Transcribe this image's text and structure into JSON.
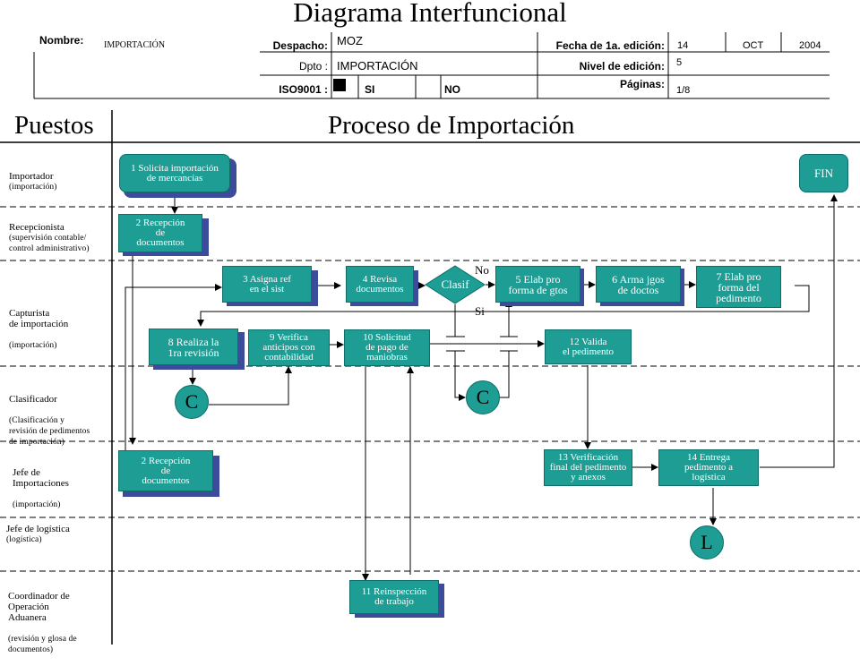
{
  "header": {
    "title": "Diagrama Interfuncional",
    "nombre_label": "Nombre:",
    "nombre_value": "IMPORTACIÓN",
    "despacho_label": "Despacho:",
    "despacho_value": "MOZ",
    "dpto_label": "Dpto :",
    "dpto_value": "IMPORTACIÓN",
    "iso_label": "ISO9001 :",
    "iso_si": "SI",
    "iso_no": "NO",
    "fecha_label": "Fecha de 1a. edición:",
    "fecha_day": "14",
    "fecha_month": "OCT",
    "fecha_year": "2004",
    "nivel_label": "Nivel de edición:",
    "nivel_value": "5",
    "paginas_label": "Páginas:",
    "paginas_value": "1/8"
  },
  "sections": {
    "puestos": "Puestos",
    "proceso": "Proceso de Importación"
  },
  "lanes": [
    {
      "name": "Importador",
      "sub": "(importación)"
    },
    {
      "name": "Recepcionista",
      "sub": "(supervisión contable/\ncontrol administrativo)"
    },
    {
      "name": "Capturista\nde importación",
      "sub": "(importación)"
    },
    {
      "name": "Clasificador",
      "sub": "(Clasificación y\nrevisión de pedimentos\nde importación)"
    },
    {
      "name": "Jefe de\nImportaciones",
      "sub": "(importación)"
    },
    {
      "name": "Jefe de logística",
      "sub": "(logística)"
    },
    {
      "name": "Coordinador de\n Operación\nAduanera",
      "sub": "(revisión y glosa de\ndocumentos)"
    }
  ],
  "steps": {
    "s1": "1 Solicita importación\nde mercancías",
    "fin": "FIN",
    "s2a": "2 Recepción\nde\ndocumentos",
    "s3": "3 Asigna ref\nen el sist",
    "s4": "4 Revisa\ndocumentos",
    "clasif": "Clasif",
    "s5": "5 Elab pro\nforma de gtos",
    "s6": "6 Arma jgos\nde doctos",
    "s7": "7 Elab pro\nforma del\npedimento",
    "s8": "8 Realiza la\n1ra revisión",
    "s9": "9 Verifica\nanticipos con\ncontabilidad",
    "s10": "10 Solicitud\nde pago de\nmaniobras",
    "s12": "12 Valida\nel pedimento",
    "s2b": "2 Recepción\nde\ndocumentos",
    "s13": "13 Verificación\nfinal del pedimento\ny anexos",
    "s14": "14 Entrega\npedimento a\nlogística",
    "s11": "11 Reinspección\nde trabajo",
    "c1": "C",
    "c2": "C",
    "l": "L",
    "no_label": "No",
    "si_label": "Si"
  }
}
